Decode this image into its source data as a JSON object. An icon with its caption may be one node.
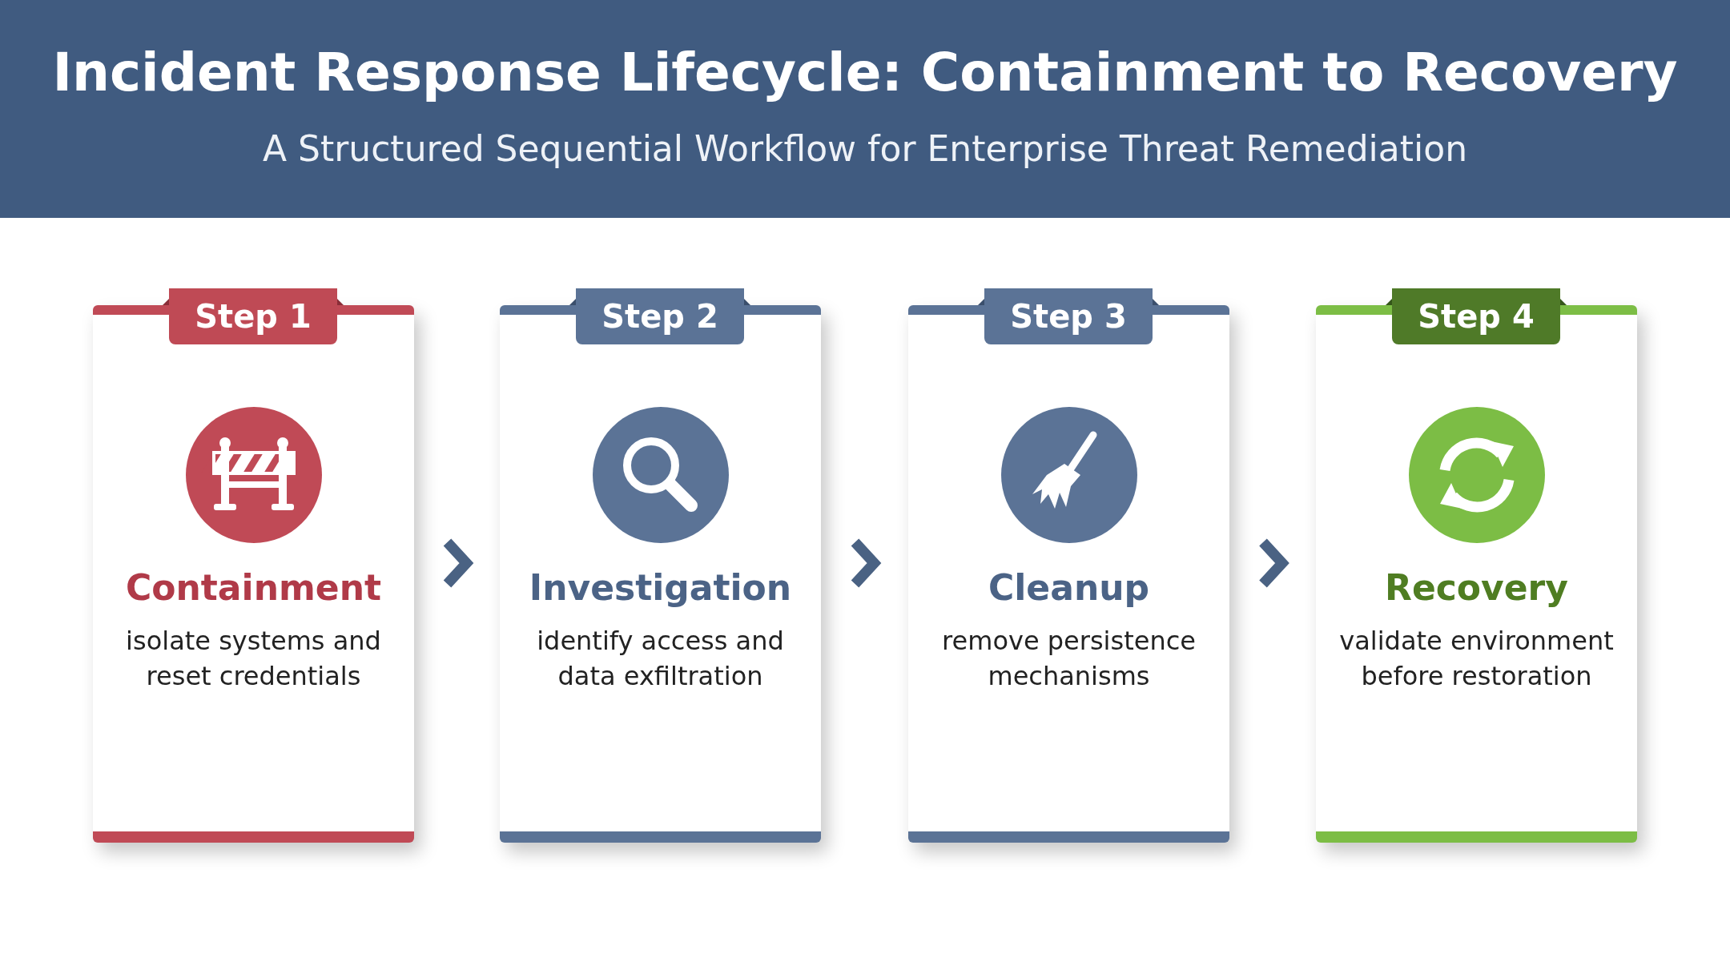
{
  "diagram": {
    "title": "Incident Response Lifecycle: Containment to Recovery",
    "caption": "A Structured Sequential Workflow for Enterprise Threat Remediation",
    "nodes": [
      {
        "text": [
          "Step 1",
          "Containment",
          "isolate systems and reset credentials"
        ]
      },
      {
        "text": [
          "Step 2",
          "Investigation",
          "identify access and data exfiltration"
        ]
      },
      {
        "text": [
          "Step 3",
          "Cleanup",
          "remove persistence mechanisms"
        ]
      },
      {
        "text": [
          "Step 4",
          "Recovery",
          "validate environment before restoration"
        ]
      }
    ],
    "edges": [
      {
        "from": 0,
        "to": 1,
        "arrow": "to"
      },
      {
        "from": 1,
        "to": 2,
        "arrow": "to"
      },
      {
        "from": 2,
        "to": 3,
        "arrow": "to"
      }
    ]
  }
}
